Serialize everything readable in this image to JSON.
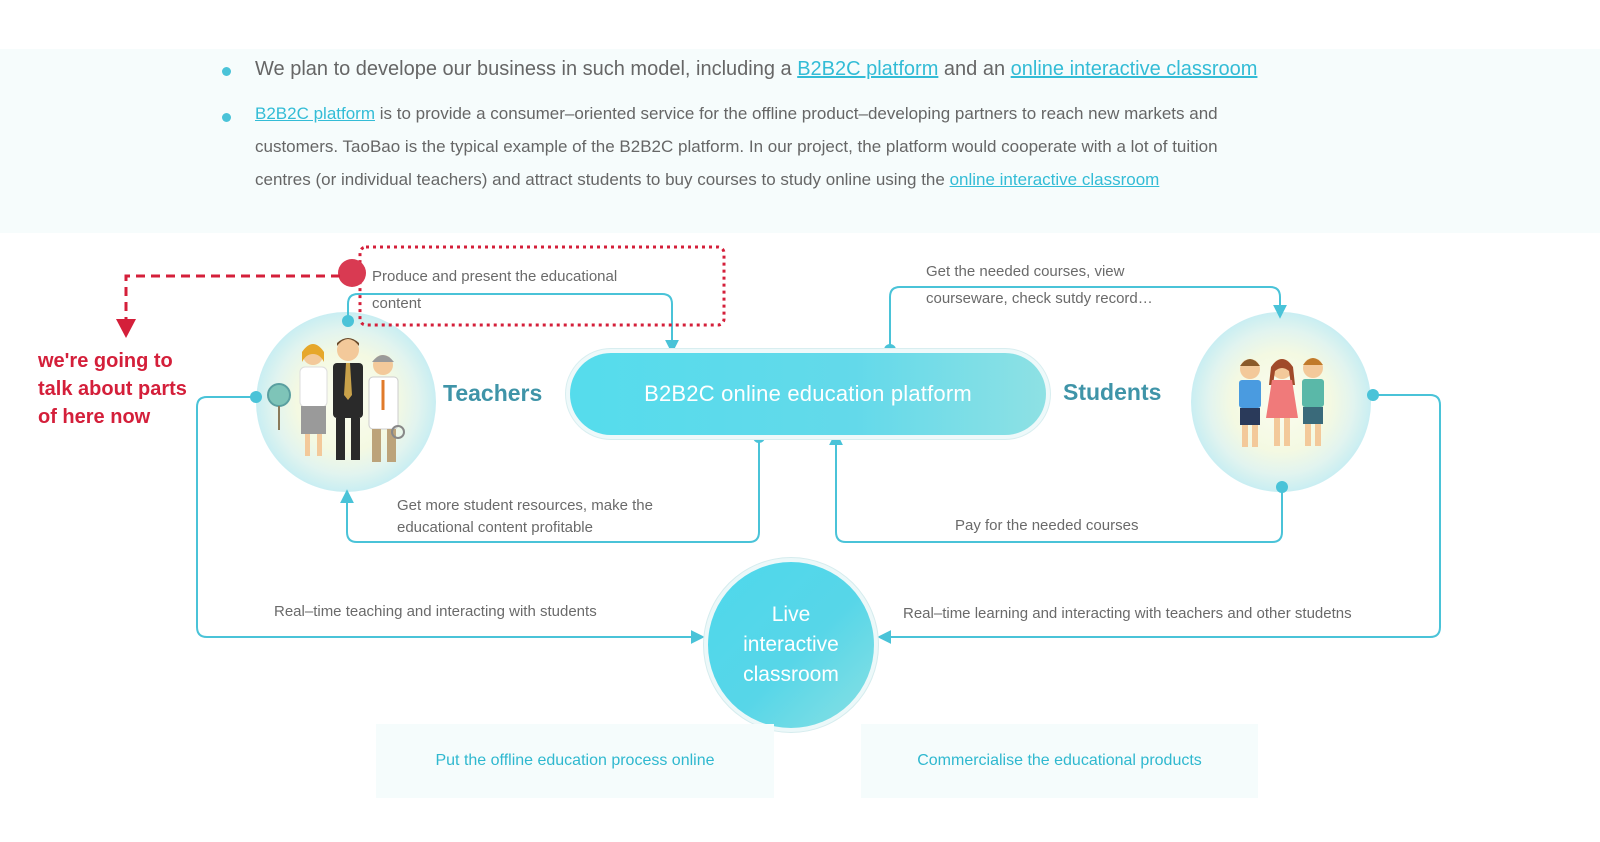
{
  "intro": {
    "line1": {
      "text_a": "We plan to develope our business in such model, including a ",
      "link_a": "B2B2C platform",
      "text_b": " and an ",
      "link_b": "online interactive classroom"
    },
    "line2": {
      "link": "B2B2C platform",
      "text": " is to provide a consumer–oriented service for the offline product–developing partners to reach new markets and"
    },
    "line3": {
      "text": "customers. TaoBao is the typical example of the B2B2C platform. In our project, the platform would cooperate with a lot of tuition"
    },
    "line4": {
      "text": "centres (or individual teachers) and attract students to buy courses to study online using the ",
      "link": "online interactive classroom"
    }
  },
  "diagram": {
    "platform_label": "B2B2C online education platform",
    "teachers_label": "Teachers",
    "students_label": "Students",
    "live_label": "Live interactive classroom",
    "flows": {
      "teacher_to_platform": [
        "Produce and present the educational",
        "content"
      ],
      "platform_to_student": [
        "Get the needed courses, view",
        "courseware, check sutdy record…"
      ],
      "platform_to_teacher": [
        "Get more student resources, make the",
        "educational content profitable"
      ],
      "student_to_platform": [
        "Pay for the needed courses"
      ],
      "teacher_to_live": [
        "Real–time teaching and interacting with students"
      ],
      "student_to_live": [
        "Real–time learning and interacting with teachers and other studetns"
      ]
    },
    "tags": {
      "left": "Put the offline education process online",
      "right": "Commercialise the educational products"
    }
  },
  "annotation": {
    "note": [
      "we're going to",
      "talk about parts",
      "of here now"
    ],
    "color": "#d41f3a"
  },
  "colors": {
    "accent": "#4ac3d8",
    "actor_text": "#3f94a8",
    "body_text": "#666666"
  }
}
